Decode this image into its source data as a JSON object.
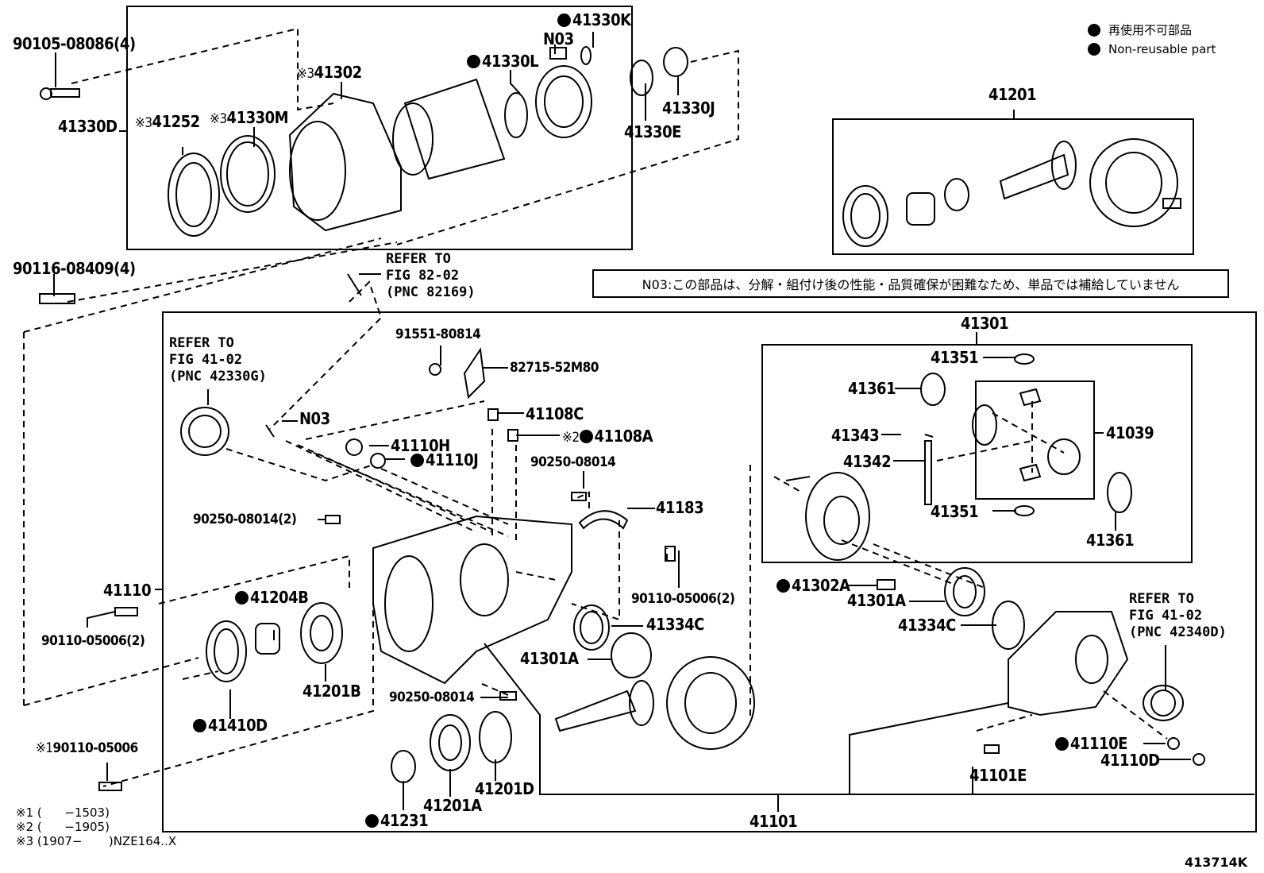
{
  "legend": {
    "items": [
      {
        "icon": "filled-circle",
        "text": "再使用不可部品"
      },
      {
        "icon": "filled-circle",
        "text": "Non-reusable part"
      }
    ]
  },
  "notice": "N03:この部品は、分解・組付け後の性能・品質確保が困難なため、単品では補給していません",
  "figure_id": "413714K",
  "footnotes": {
    "n1": "※1 (      −1503)",
    "n2": "※2 (      −1905)",
    "n3": "※3 (1907−       )NZE164..X"
  },
  "references": {
    "fig82": "REFER TO\nFIG 82-02\n(PNC 82169)",
    "fig41_g": "REFER TO\nFIG 41-02\n(PNC 42330G)",
    "fig41_d": "REFER TO\nFIG 41-02\n(PNC 42340D)"
  },
  "parts": {
    "p90105_08086": {
      "number": "90105-08086(4)",
      "non_reusable": false,
      "note": ""
    },
    "p41330D": {
      "number": "41330D",
      "non_reusable": false,
      "note": ""
    },
    "p41252": {
      "number": "41252",
      "non_reusable": false,
      "note": "※3"
    },
    "p41330M": {
      "number": "41330M",
      "non_reusable": false,
      "note": "※3"
    },
    "p41302": {
      "number": "41302",
      "non_reusable": false,
      "note": "※3"
    },
    "p41330L": {
      "number": "41330L",
      "non_reusable": true,
      "note": ""
    },
    "pN03_top": {
      "number": "N03",
      "non_reusable": false,
      "note": ""
    },
    "p41330K": {
      "number": "41330K",
      "non_reusable": true,
      "note": ""
    },
    "p41330E": {
      "number": "41330E",
      "non_reusable": false,
      "note": ""
    },
    "p41330J": {
      "number": "41330J",
      "non_reusable": false,
      "note": ""
    },
    "p41201": {
      "number": "41201",
      "non_reusable": false,
      "note": ""
    },
    "p90116_08409": {
      "number": "90116-08409(4)",
      "non_reusable": false,
      "note": ""
    },
    "p91551_80814": {
      "number": "91551-80814",
      "non_reusable": false,
      "note": ""
    },
    "p82715_52M80": {
      "number": "82715-52M80",
      "non_reusable": false,
      "note": ""
    },
    "pN03_mid": {
      "number": "N03",
      "non_reusable": false,
      "note": ""
    },
    "p41108C": {
      "number": "41108C",
      "non_reusable": false,
      "note": ""
    },
    "p41108A": {
      "number": "41108A",
      "non_reusable": true,
      "note": "※2"
    },
    "p41110H": {
      "number": "41110H",
      "non_reusable": false,
      "note": ""
    },
    "p41110J": {
      "number": "41110J",
      "non_reusable": true,
      "note": ""
    },
    "p90250_08014_a": {
      "number": "90250-08014",
      "non_reusable": false,
      "note": ""
    },
    "p90250_08014_2": {
      "number": "90250-08014(2)",
      "non_reusable": false,
      "note": ""
    },
    "p41183": {
      "number": "41183",
      "non_reusable": false,
      "note": ""
    },
    "p90110_05006_2r": {
      "number": "90110-05006(2)",
      "non_reusable": false,
      "note": ""
    },
    "p41110": {
      "number": "41110",
      "non_reusable": false,
      "note": ""
    },
    "p41204B": {
      "number": "41204B",
      "non_reusable": true,
      "note": ""
    },
    "p90110_05006_2l": {
      "number": "90110-05006(2)",
      "non_reusable": false,
      "note": ""
    },
    "p41201B": {
      "number": "41201B",
      "non_reusable": false,
      "note": ""
    },
    "p41410D": {
      "number": "41410D",
      "non_reusable": true,
      "note": ""
    },
    "p41334C_l": {
      "number": "41334C",
      "non_reusable": false,
      "note": ""
    },
    "p41301A_l": {
      "number": "41301A",
      "non_reusable": false,
      "note": ""
    },
    "p90250_08014_b": {
      "number": "90250-08014",
      "non_reusable": false,
      "note": ""
    },
    "p90110_05006": {
      "number": "90110-05006",
      "non_reusable": false,
      "note": "※1"
    },
    "p41231": {
      "number": "41231",
      "non_reusable": true,
      "note": ""
    },
    "p41201A": {
      "number": "41201A",
      "non_reusable": false,
      "note": ""
    },
    "p41201D": {
      "number": "41201D",
      "non_reusable": false,
      "note": ""
    },
    "p41101": {
      "number": "41101",
      "non_reusable": false,
      "note": ""
    },
    "p41301": {
      "number": "41301",
      "non_reusable": false,
      "note": ""
    },
    "p41351_t": {
      "number": "41351",
      "non_reusable": false,
      "note": ""
    },
    "p41361_l": {
      "number": "41361",
      "non_reusable": false,
      "note": ""
    },
    "p41343": {
      "number": "41343",
      "non_reusable": false,
      "note": ""
    },
    "p41342": {
      "number": "41342",
      "non_reusable": false,
      "note": ""
    },
    "p41039": {
      "number": "41039",
      "non_reusable": false,
      "note": ""
    },
    "p41351_b": {
      "number": "41351",
      "non_reusable": false,
      "note": ""
    },
    "p41361_r": {
      "number": "41361",
      "non_reusable": false,
      "note": ""
    },
    "p41302A": {
      "number": "41302A",
      "non_reusable": true,
      "note": ""
    },
    "p41301A_r": {
      "number": "41301A",
      "non_reusable": false,
      "note": ""
    },
    "p41334C_r": {
      "number": "41334C",
      "non_reusable": false,
      "note": ""
    },
    "p41110E": {
      "number": "41110E",
      "non_reusable": true,
      "note": ""
    },
    "p41110D": {
      "number": "41110D",
      "non_reusable": false,
      "note": ""
    },
    "p41101E": {
      "number": "41101E",
      "non_reusable": false,
      "note": ""
    }
  }
}
